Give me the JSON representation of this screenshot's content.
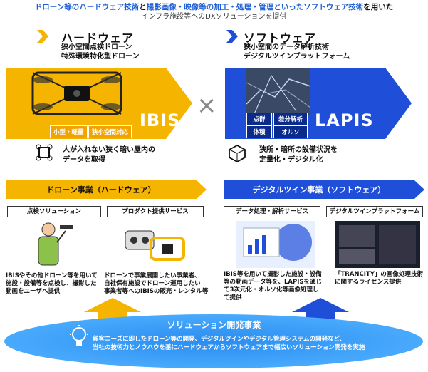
{
  "intro": {
    "line1_part1": "ドローン等のハードウェア技術",
    "line1_part2": "と",
    "line1_part3": "撮影画像・映像等の加工・処理・管理といったソフトウェア技術",
    "line1_part4": "を用いた",
    "line2": "インフラ施設等へのDXソリューションを提供"
  },
  "hardware": {
    "title": "ハードウェア",
    "sub1": "狭小空間点検ドローン",
    "sub2": "特殊環境特化型ドローン",
    "brand": "IBIS",
    "tags": [
      "小型・軽量",
      "狭小空間対応"
    ],
    "desc1": "人が入れない狭く暗い屋内の",
    "desc2": "データを取得",
    "banner": "ドローン事業（ハードウェア）",
    "boxes": [
      "点検ソリューション",
      "プロダクト提供サービス"
    ],
    "caption_left": [
      "IBISやその他ドローン等を用いて",
      "施設・設備等を点検し、撮影した",
      "動画をユーザへ提供"
    ],
    "caption_right": [
      "ドローンで事業展開したい事業者、",
      "自社保有施設でドローン運用したい",
      "事業者等へのIBISの販売・レンタル等"
    ]
  },
  "times": "×",
  "software": {
    "title": "ソフトウェア",
    "sub1": "狭小空間のデータ解析技術",
    "sub2": "デジタルツインプラットフォーム",
    "brand": "LAPIS",
    "tags": [
      "点群",
      "差分解析",
      "体積",
      "オルソ"
    ],
    "desc1": "狭所・暗所の設備状況を",
    "desc2": "定量化・デジタル化",
    "banner": "デジタルツイン事業（ソフトウェア）",
    "boxes": [
      "データ処理・解析サービス",
      "デジタルツインプラットフォーム"
    ],
    "caption_left": [
      "IBIS等を用いて撮影した施設・設備",
      "等の動画データ等を、LAPISを通じ",
      "て3次元化・オルソ化等画像処理し",
      "て提供"
    ],
    "caption_right": [
      "「TRANCITY」の画像処理技術",
      "に関するライセンス提供"
    ]
  },
  "solution": {
    "title": "ソリューション開発事業",
    "line1": "顧客ニーズに即したドローン等の開発、デジタルツインやデジタル管理システムの開発など、",
    "line2": "当社の技術力とノウハウを基にハードウェアからソフトウェアまで幅広いソリューション開発を実施"
  },
  "colors": {
    "yellow": "#f5b400",
    "blue": "#1f4fd8",
    "dark_blue": "#0a2a8c",
    "light_blue": "#cfe6ff"
  }
}
